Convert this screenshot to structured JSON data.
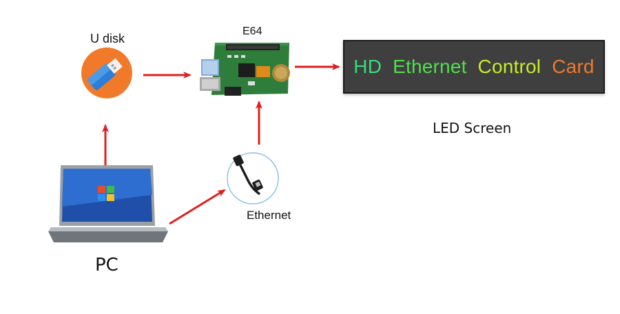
{
  "labels": {
    "udisk": "U disk",
    "e64": "E64",
    "led_screen": "LED Screen",
    "ethernet": "Ethernet",
    "pc": "PC"
  },
  "led_display": {
    "words": [
      "HD",
      "Ethernet",
      "Control",
      "Card"
    ],
    "word_colors": [
      "#33e07a",
      "#4ee04a",
      "#c8ec2a",
      "#f07a2a"
    ]
  },
  "colors": {
    "arrow": "#e01e1e",
    "udisk_icon": "#f07a2a",
    "board": "#2f7d3a"
  },
  "icons": {
    "udisk": "usb-drive-icon",
    "board": "controller-board-icon",
    "ethernet": "ethernet-cable-icon",
    "pc": "laptop-icon"
  }
}
